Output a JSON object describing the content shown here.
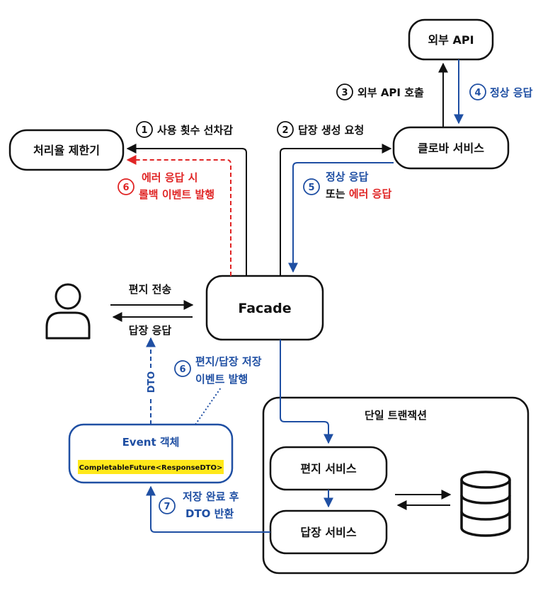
{
  "nodes": {
    "external_api": "외부 API",
    "clova_service": "클로바 서비스",
    "rate_limiter": "처리율 제한기",
    "facade": "Facade",
    "transaction_title": "단일 트랜잭션",
    "letter_service": "편지 서비스",
    "reply_service": "답장 서비스",
    "event_object": "Event 객체",
    "event_type": "CompletableFuture<ResponseDTO>"
  },
  "steps": {
    "s1": {
      "num": "1",
      "text": "사용 횟수 선차감"
    },
    "s2": {
      "num": "2",
      "text": "답장 생성 요청"
    },
    "s3": {
      "num": "3",
      "text": "외부 API 호출"
    },
    "s4": {
      "num": "4",
      "text": "정상 응답"
    },
    "s5": {
      "num": "5",
      "line1": "정상 응답",
      "line2_prefix": "또는 ",
      "line2_error": "에러 응답"
    },
    "s6_error": {
      "num": "6",
      "line1": "에러 응답 시",
      "line2": "롤백 이벤트 발행"
    },
    "s6_event": {
      "num": "6",
      "line1": "편지/답장 저장",
      "line2": "이벤트 발행"
    },
    "s7": {
      "num": "7",
      "line1": "저장 완료 후",
      "line2": "DTO 반환"
    }
  },
  "labels": {
    "send_letter": "편지 전송",
    "reply_response": "답장 응답",
    "dto": "DTO"
  },
  "icons": {
    "user": "user-icon",
    "database": "database-icon"
  },
  "colors": {
    "black": "#111111",
    "blue": "#1f4fa3",
    "red": "#e02525",
    "highlight": "#ffe81a"
  }
}
